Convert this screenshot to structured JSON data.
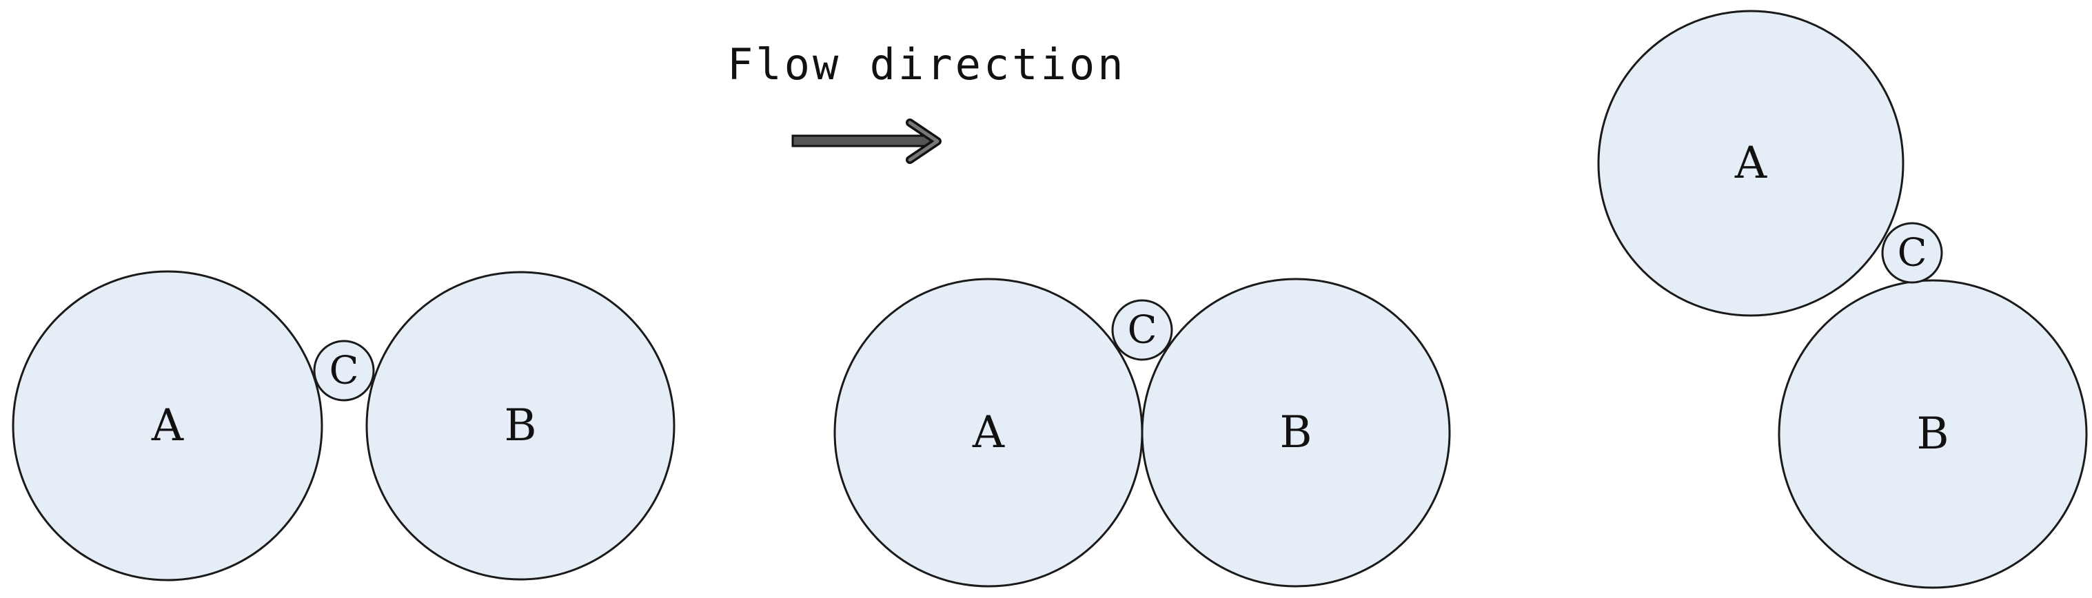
{
  "flow": {
    "label": "Flow direction"
  },
  "configurations": [
    {
      "particles": [
        {
          "id": "A",
          "label": "A",
          "size": "large"
        },
        {
          "id": "B",
          "label": "B",
          "size": "large"
        },
        {
          "id": "C",
          "label": "C",
          "size": "small"
        }
      ]
    },
    {
      "particles": [
        {
          "id": "A",
          "label": "A",
          "size": "large"
        },
        {
          "id": "B",
          "label": "B",
          "size": "large"
        },
        {
          "id": "C",
          "label": "C",
          "size": "small"
        }
      ]
    },
    {
      "particles": [
        {
          "id": "A",
          "label": "A",
          "size": "large"
        },
        {
          "id": "B",
          "label": "B",
          "size": "large"
        },
        {
          "id": "C",
          "label": "C",
          "size": "small"
        }
      ]
    }
  ],
  "colors": {
    "particle_fill": "#e5edf6",
    "outline": "#1a1a1a",
    "arrow": "#555555"
  }
}
